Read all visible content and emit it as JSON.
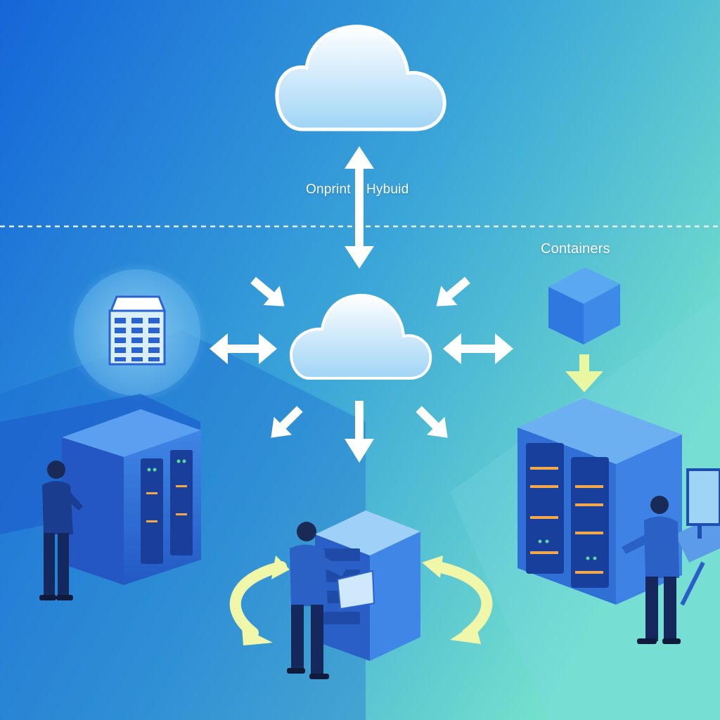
{
  "labels": {
    "cloud_link_left": "Onprint",
    "cloud_link_right": "Hybuid",
    "containers": "Containers"
  },
  "colors": {
    "background_start": "#1566d8",
    "background_mid": "#3aa5d8",
    "background_end": "#74e0cc",
    "cloud_fill": "#bfe4fb",
    "arrow_white": "#ffffff",
    "arrow_yellow": "#f0f7a8",
    "rack_blue": "#2f6fd6",
    "accent_orange": "#f5a84a",
    "person_navy": "#14285e"
  },
  "icons": {
    "top_cloud": "cloud-icon",
    "center_cloud": "cloud-icon",
    "storage": "server-rack-icon",
    "container": "cube-icon"
  }
}
